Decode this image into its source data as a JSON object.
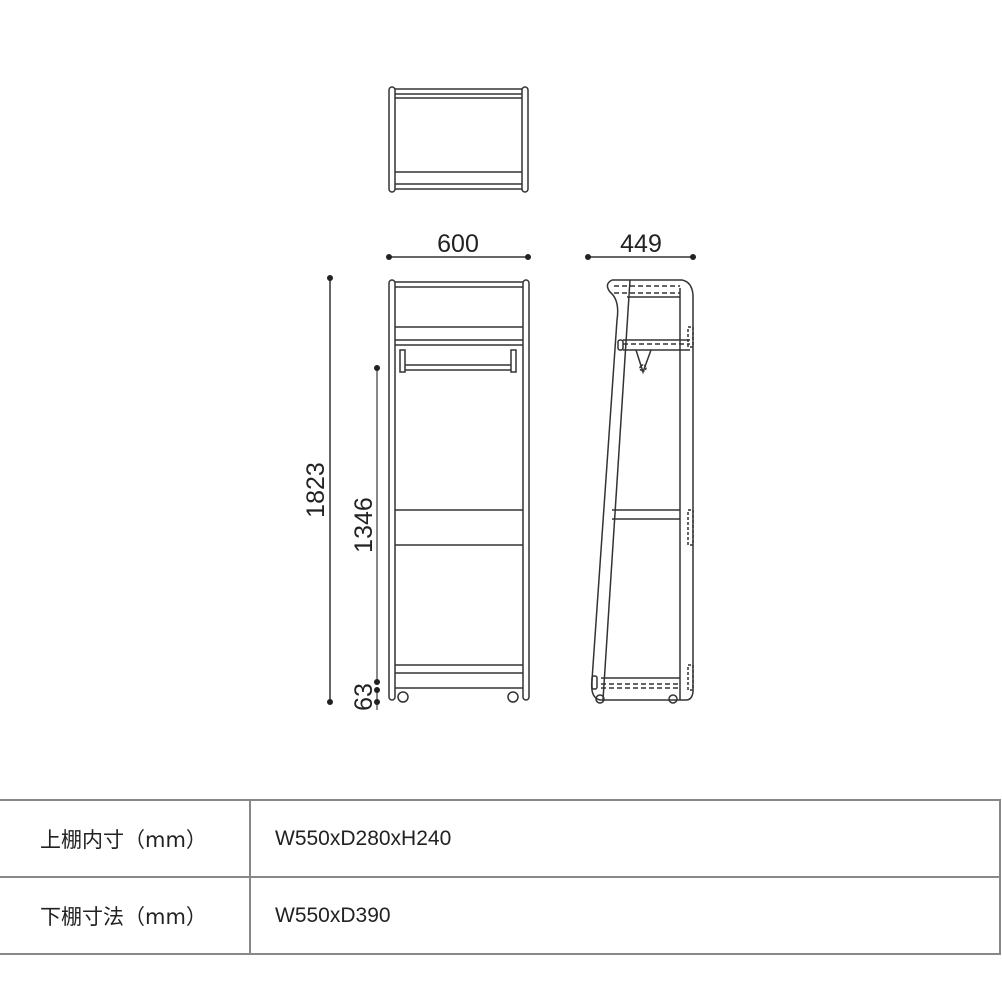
{
  "drawing": {
    "title": "Hanger rack dimensional drawing",
    "views": [
      "top-view",
      "front-view",
      "side-view"
    ],
    "dimensions": {
      "width": "600",
      "depth": "449",
      "total_height": "1823",
      "rail_height": "1346",
      "bottom_clearance": "63"
    },
    "unit": "mm",
    "line_color": "#333333",
    "dim_line_color": "#666666"
  },
  "spec_table": {
    "rows": [
      {
        "label": "上棚内寸（mm）",
        "value": "W550xD280xH240"
      },
      {
        "label": "下棚寸法（mm）",
        "value": "W550xD390"
      }
    ]
  }
}
